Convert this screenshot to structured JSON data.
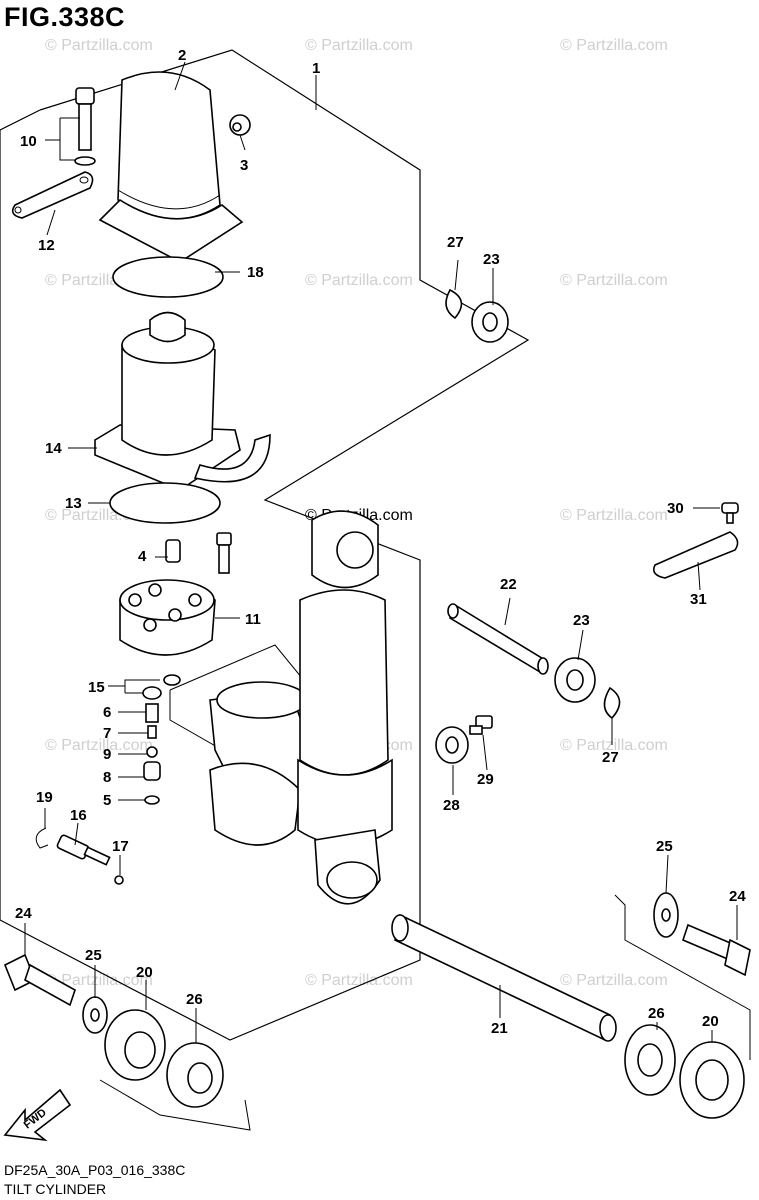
{
  "figure": {
    "title": "FIG.338C",
    "code": "DF25A_30A_P03_016_338C",
    "name": "TILT CYLINDER",
    "watermark": "© Partzilla.com",
    "direction_label": "FWD"
  },
  "callouts": [
    "1",
    "2",
    "3",
    "4",
    "5",
    "6",
    "7",
    "8",
    "9",
    "10",
    "11",
    "12",
    "13",
    "14",
    "15",
    "16",
    "17",
    "18",
    "19",
    "20",
    "21",
    "22",
    "23",
    "24",
    "25",
    "26",
    "27",
    "28",
    "29",
    "30",
    "31"
  ]
}
